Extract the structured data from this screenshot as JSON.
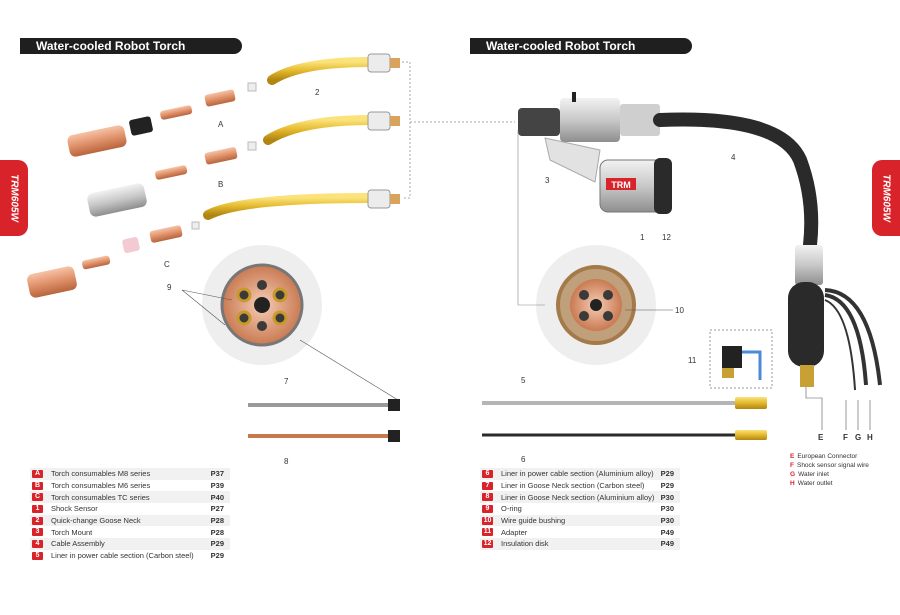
{
  "left_panel": {
    "title": "Water-cooled Robot Torch",
    "side_tab": "TRM605W",
    "callouts": [
      "A",
      "B",
      "C",
      "2",
      "9",
      "7",
      "8"
    ],
    "parts": [
      {
        "code": "A",
        "label": "Torch consumables M8 series",
        "page": "P37"
      },
      {
        "code": "B",
        "label": "Torch consumables M6 series",
        "page": "P39"
      },
      {
        "code": "C",
        "label": "Torch consumables TC series",
        "page": "P40"
      },
      {
        "code": "1",
        "label": "Shock Sensor",
        "page": "P27"
      },
      {
        "code": "2",
        "label": "Quick-change Goose Neck",
        "page": "P28"
      },
      {
        "code": "3",
        "label": "Torch Mount",
        "page": "P28"
      },
      {
        "code": "4",
        "label": "Cable Assembly",
        "page": "P29"
      },
      {
        "code": "5",
        "label": "Liner in power cable section (Carbon steel)",
        "page": "P29"
      }
    ]
  },
  "right_panel": {
    "title": "Water-cooled Robot Torch",
    "side_tab": "TRM605W",
    "brand_on_sensor": "TRM",
    "callouts": [
      "3",
      "4",
      "1",
      "12",
      "10",
      "11",
      "5",
      "6",
      "E",
      "F",
      "G",
      "H"
    ],
    "parts": [
      {
        "code": "6",
        "label": "Liner in power cable section (Aluminium alloy)",
        "page": "P29"
      },
      {
        "code": "7",
        "label": "Liner in Goose Neck section (Carbon steel)",
        "page": "P29"
      },
      {
        "code": "8",
        "label": "Liner in Goose Neck section (Aluminium alloy)",
        "page": "P30"
      },
      {
        "code": "9",
        "label": "O-ring",
        "page": "P30"
      },
      {
        "code": "10",
        "label": "Wire guide bushing",
        "page": "P30"
      },
      {
        "code": "11",
        "label": "Adapter",
        "page": "P49"
      },
      {
        "code": "12",
        "label": "Insulation disk",
        "page": "P49"
      }
    ],
    "connector_legend": [
      {
        "code": "E",
        "label": "European Connector"
      },
      {
        "code": "F",
        "label": "Shock sensor signal wire"
      },
      {
        "code": "G",
        "label": "Water inlet"
      },
      {
        "code": "H",
        "label": "Water outlet"
      }
    ]
  },
  "colors": {
    "accent_red": "#d8232a",
    "banner": "#1f1f1f",
    "copper": "#e0916a",
    "brass": "#e3b82c"
  }
}
